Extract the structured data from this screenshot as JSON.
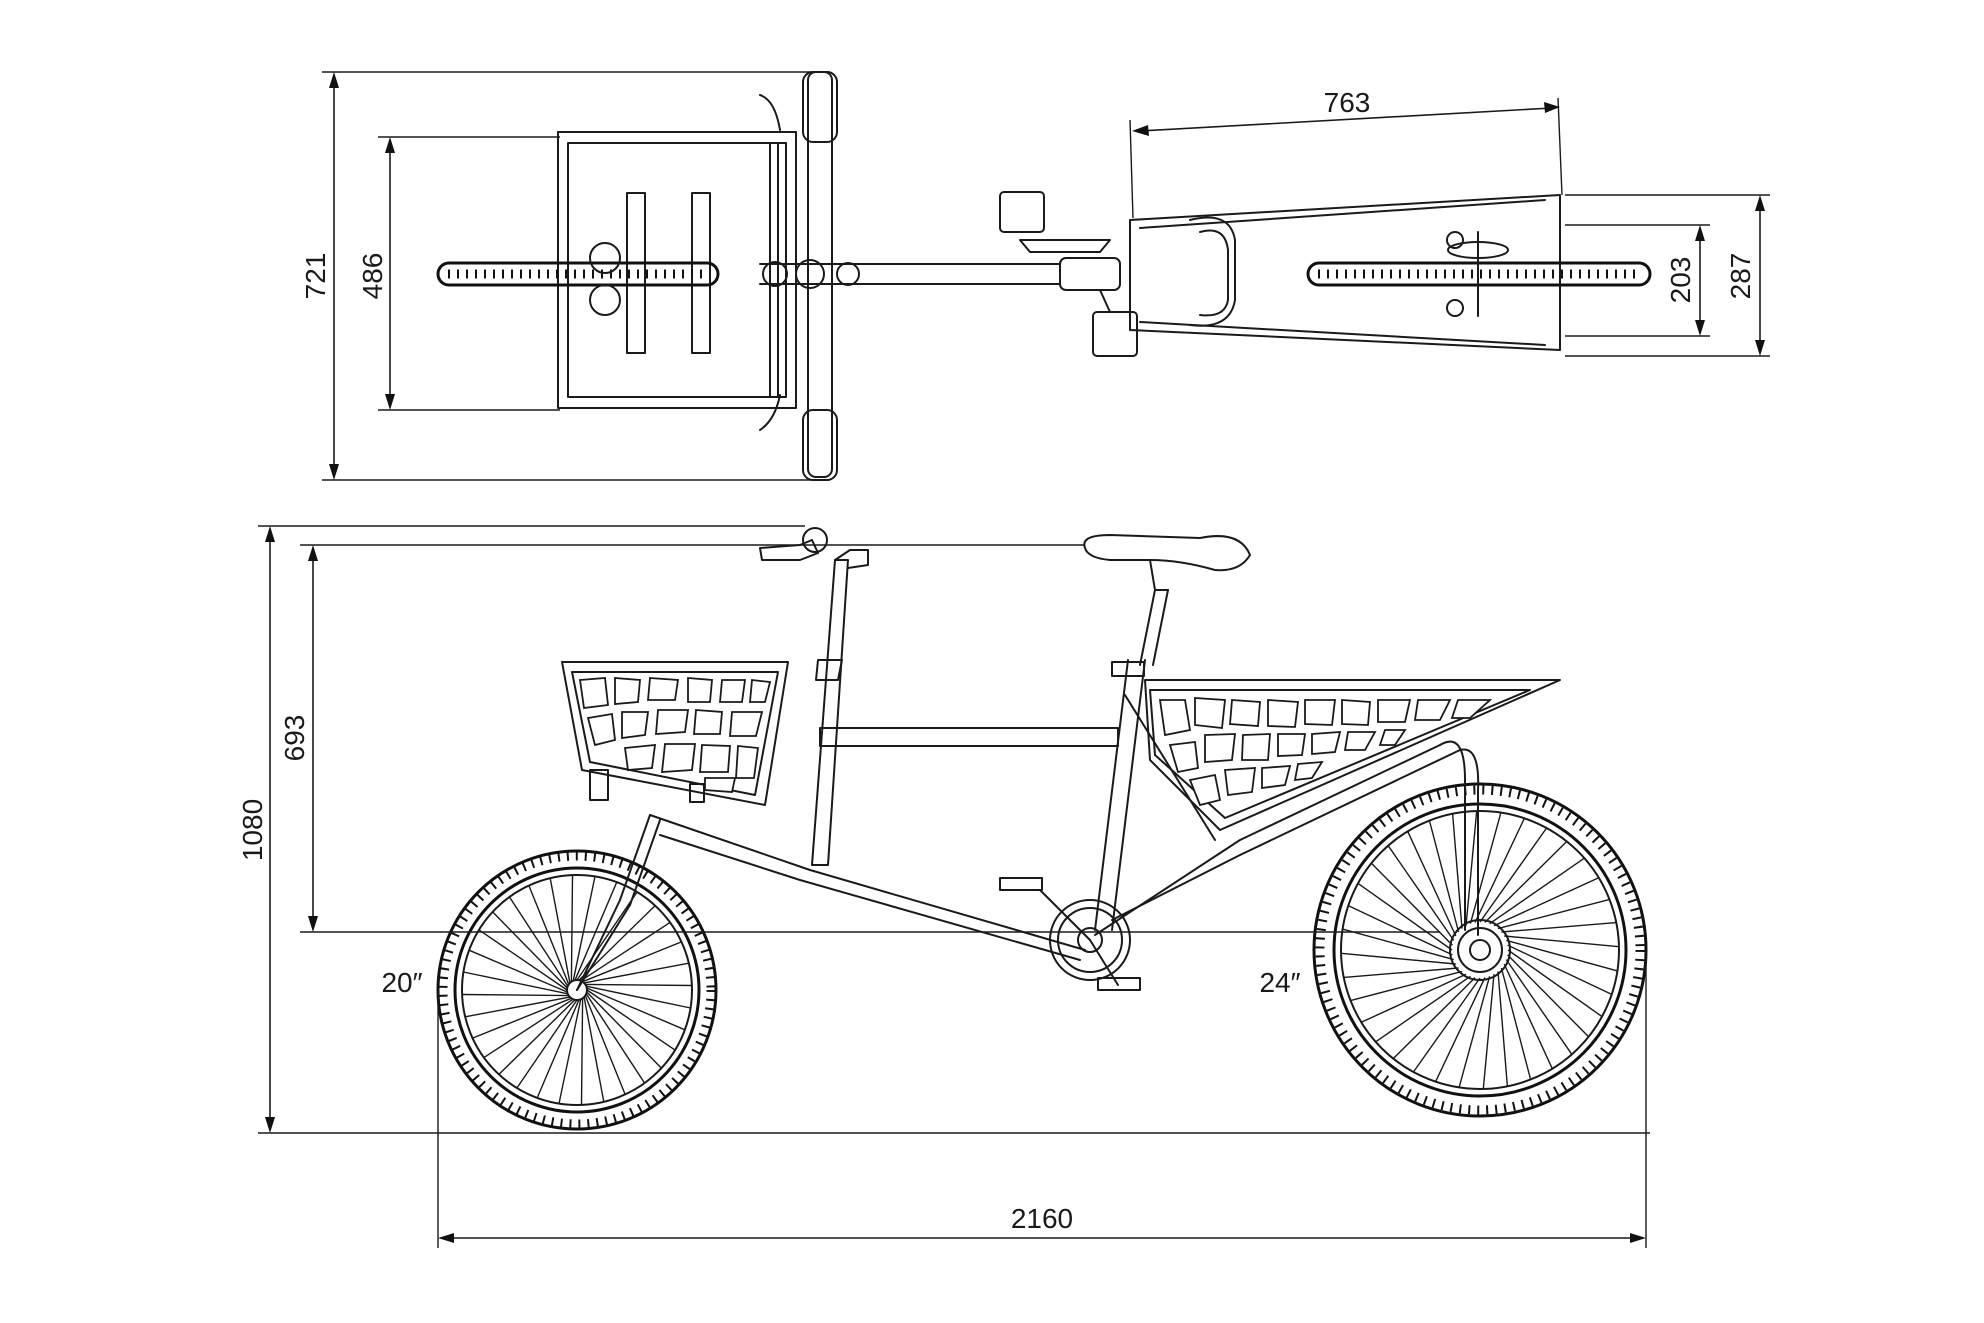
{
  "dimensions": {
    "top_overall_width": "721",
    "top_basket_width": "486",
    "top_rear_length": "763",
    "top_rear_inner_width": "203",
    "top_rear_outer_width": "287",
    "side_overall_height": "1080",
    "side_seat_height": "693",
    "side_overall_length": "2160"
  },
  "wheels": {
    "front_size": "20″",
    "rear_size": "24″"
  }
}
